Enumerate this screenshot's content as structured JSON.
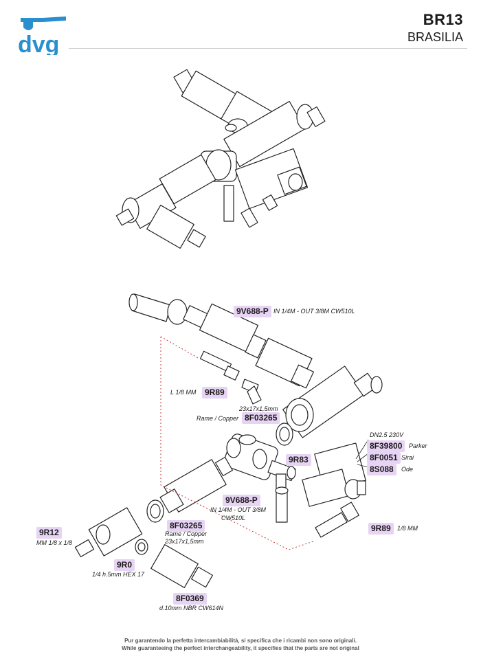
{
  "header": {
    "logo_text": "dvg",
    "model_code": "BR13",
    "model_name": "BRASILIA"
  },
  "parts": [
    {
      "id": "p1",
      "code": "9V688-P",
      "note": "IN 1/4M - OUT 3/8M CW510L"
    },
    {
      "id": "p2",
      "code": "9R89",
      "note": "L 1/8 MM"
    },
    {
      "id": "p3",
      "code": "8F03265",
      "note_top": "23x17x1,5mm",
      "note": "Rame / Copper"
    },
    {
      "id": "p4",
      "code": "9R83"
    },
    {
      "id": "p5",
      "code": "8F39800",
      "note_top": "DN2.5 230V",
      "note": "Parker"
    },
    {
      "id": "p6",
      "code": "8F0051",
      "note": "Sirai"
    },
    {
      "id": "p7",
      "code": "8S088",
      "note": "Ode"
    },
    {
      "id": "p8",
      "code": "9V688-P",
      "note": "IN 1/4M - OUT 3/8M",
      "note2": "CW510L"
    },
    {
      "id": "p9",
      "code": "8F03265",
      "note": "Rame / Copper",
      "note2": "23x17x1,5mm"
    },
    {
      "id": "p10",
      "code": "9R89",
      "note": "1/8 MM"
    },
    {
      "id": "p11",
      "code": "9R12",
      "note": "MM 1/8 x 1/8"
    },
    {
      "id": "p12",
      "code": "9R0",
      "note": "1/4 h.5mm HEX 17"
    },
    {
      "id": "p13",
      "code": "8F0369",
      "note": "d.10mm NBR CW614N"
    }
  ],
  "footer": {
    "line1": "Pur garantendo la perfetta intercambiabilità, si specifica che i ricambi non sono originali.",
    "line2": "While guaranteeing the perfect interchangeability, it specifies that the parts are not original"
  },
  "colors": {
    "label_bg": "#e7d3f3",
    "logo": "#2a8fcf",
    "leader": "#cc3333"
  }
}
